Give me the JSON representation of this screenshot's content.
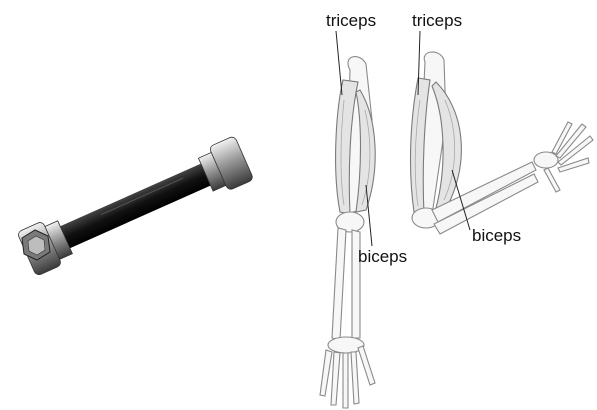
{
  "labels": {
    "triceps_straight": "triceps",
    "triceps_bent": "triceps",
    "biceps_straight": "biceps",
    "biceps_bent": "biceps"
  }
}
